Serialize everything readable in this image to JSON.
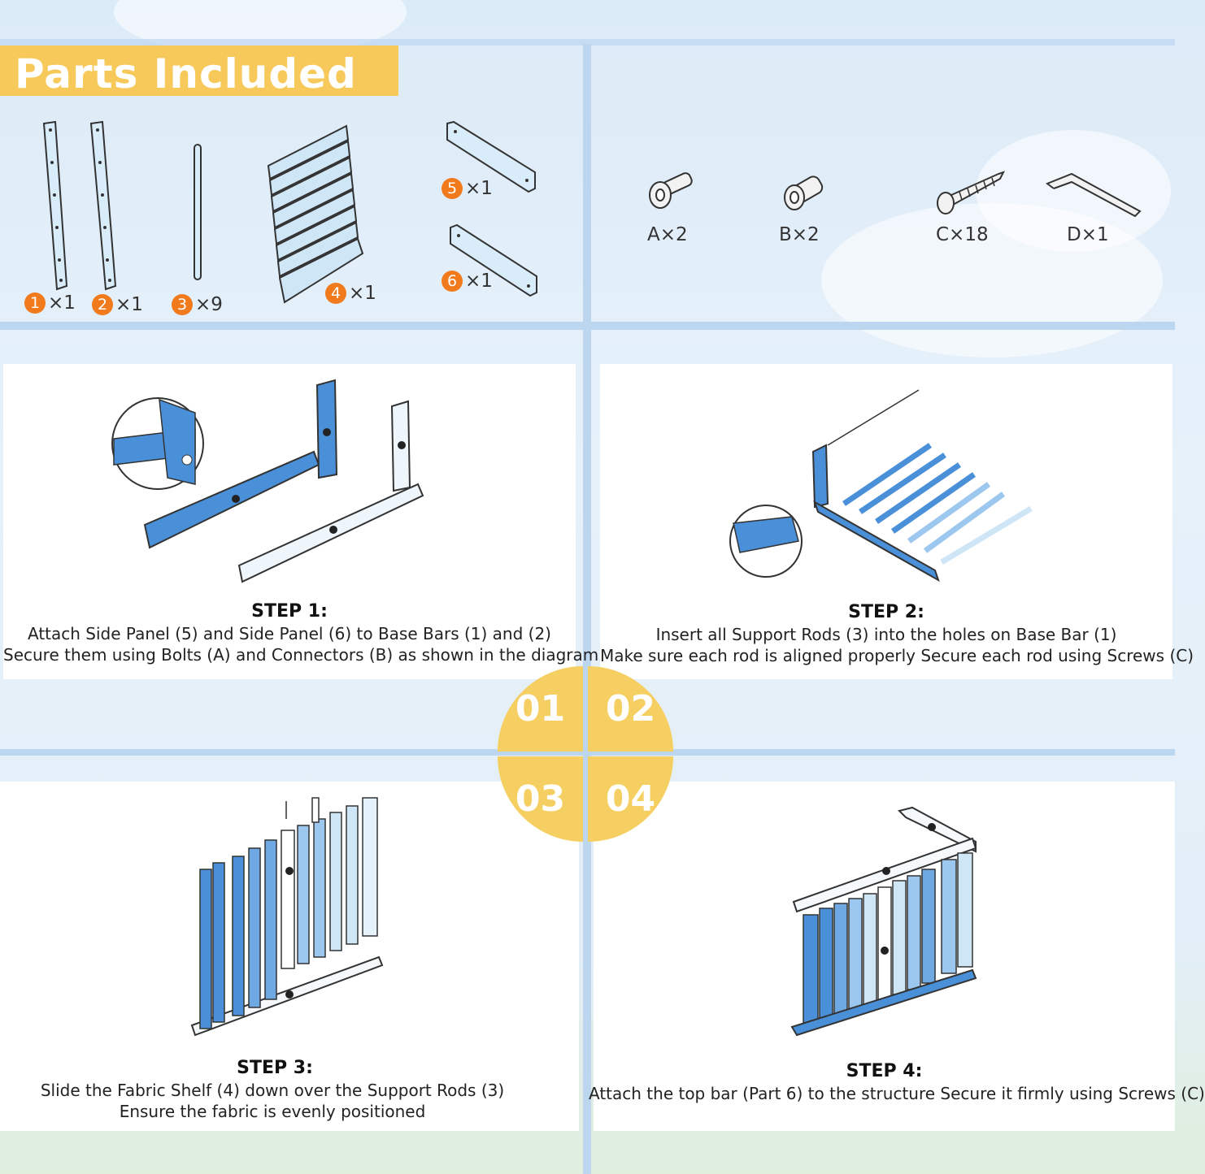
{
  "header": {
    "title": "Parts Included"
  },
  "parts": [
    {
      "number": "1",
      "qty": "×1"
    },
    {
      "number": "2",
      "qty": "×1"
    },
    {
      "number": "3",
      "qty": "×9"
    },
    {
      "number": "4",
      "qty": "×1"
    },
    {
      "number": "5",
      "qty": "×1"
    },
    {
      "number": "6",
      "qty": "×1"
    }
  ],
  "hardware": [
    {
      "label": "A×2",
      "icon": "bolt-icon"
    },
    {
      "label": "B×2",
      "icon": "connector-icon"
    },
    {
      "label": "C×18",
      "icon": "screw-icon"
    },
    {
      "label": "D×1",
      "icon": "hex-key-icon"
    }
  ],
  "steps": [
    {
      "title": "STEP 1:",
      "lines": [
        "Attach Side Panel (5) and Side Panel (6) to Base Bars (1) and (2)",
        "Secure them using Bolts (A) and Connectors (B) as shown in the diagram"
      ]
    },
    {
      "title": "STEP 2:",
      "lines": [
        "Insert all Support Rods (3) into the holes on Base Bar (1)",
        "Make sure each rod is aligned properly Secure each rod using Screws (C)"
      ]
    },
    {
      "title": "STEP 3:",
      "lines": [
        "Slide the Fabric Shelf (4) down over the Support Rods (3)",
        "Ensure the fabric is evenly positioned"
      ]
    },
    {
      "title": "STEP 4:",
      "lines": [
        "Attach the top bar (Part 6) to the structure Secure it firmly using Screws (C)"
      ]
    }
  ],
  "step_numbers": [
    "01",
    "02",
    "03",
    "04"
  ],
  "colors": {
    "banner": "#f7c95a",
    "badge": "#f07a1c",
    "part_blue": "#4a90d9",
    "light_blue": "#cfe6f7",
    "circle": "#f6cf63"
  }
}
